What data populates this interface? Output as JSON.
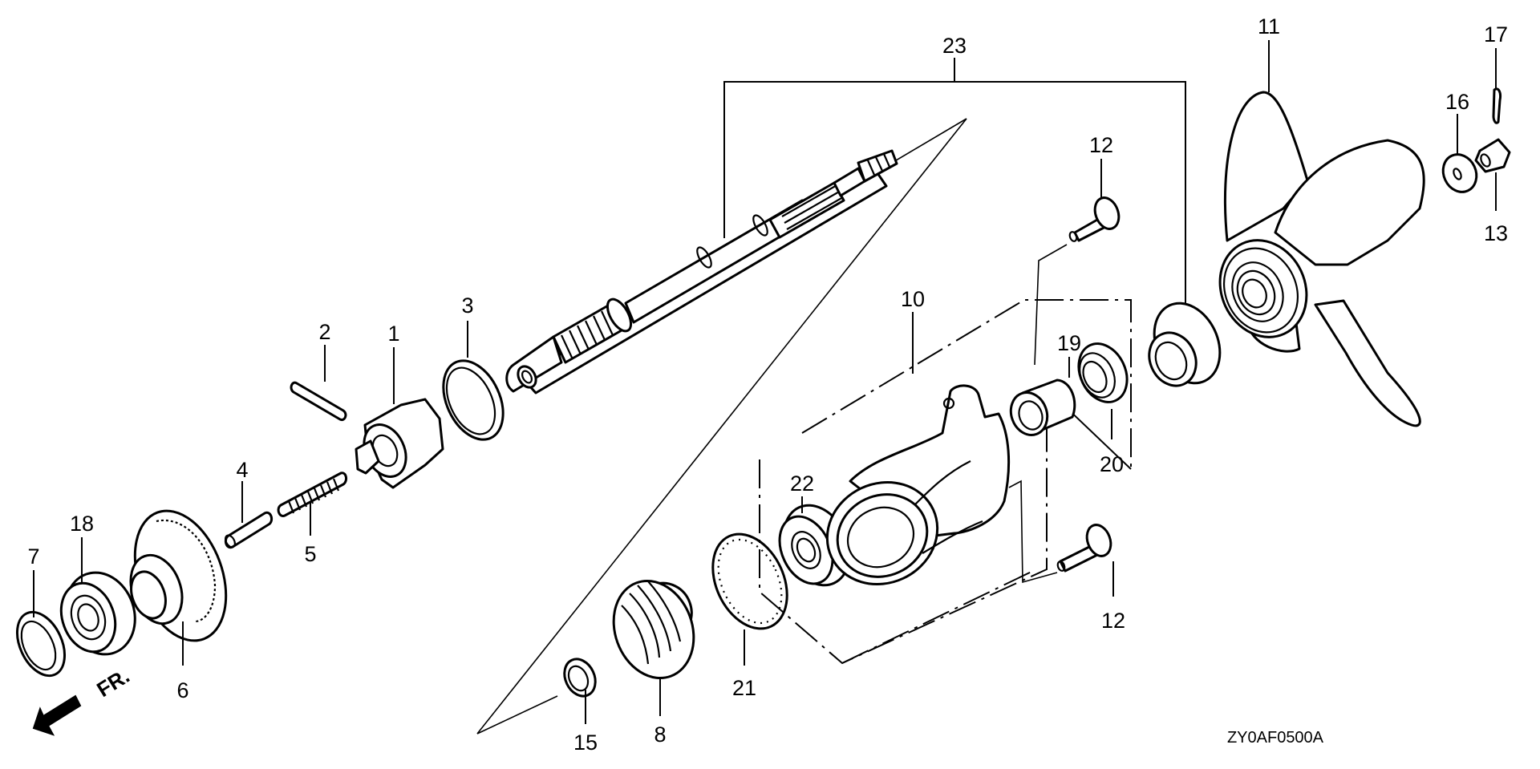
{
  "diagram": {
    "title": "Propeller Shaft / Gear Case Exploded View",
    "drawing_code": "ZY0AF0500A",
    "direction_marker": "FR.",
    "callouts": [
      {
        "id": "c1",
        "label": "1",
        "part": "shift-clutch"
      },
      {
        "id": "c2",
        "label": "2",
        "part": "pin"
      },
      {
        "id": "c3",
        "label": "3",
        "part": "clutch-ring"
      },
      {
        "id": "c4",
        "label": "4",
        "part": "pin"
      },
      {
        "id": "c5",
        "label": "5",
        "part": "spring"
      },
      {
        "id": "c6",
        "label": "6",
        "part": "forward-gear"
      },
      {
        "id": "c7",
        "label": "7",
        "part": "shim"
      },
      {
        "id": "c8",
        "label": "8",
        "part": "reverse-gear"
      },
      {
        "id": "c10",
        "label": "10",
        "part": "propeller-shaft-holder"
      },
      {
        "id": "c11",
        "label": "11",
        "part": "propeller"
      },
      {
        "id": "c12a",
        "label": "12",
        "part": "flange-bolt-upper"
      },
      {
        "id": "c12b",
        "label": "12",
        "part": "flange-bolt-lower"
      },
      {
        "id": "c13",
        "label": "13",
        "part": "castle-nut"
      },
      {
        "id": "c15",
        "label": "15",
        "part": "shim"
      },
      {
        "id": "c16",
        "label": "16",
        "part": "washer"
      },
      {
        "id": "c17",
        "label": "17",
        "part": "cotter-pin"
      },
      {
        "id": "c18",
        "label": "18",
        "part": "ball-bearing"
      },
      {
        "id": "c19",
        "label": "19",
        "part": "needle-bearing"
      },
      {
        "id": "c20",
        "label": "20",
        "part": "oil-seal"
      },
      {
        "id": "c21",
        "label": "21",
        "part": "o-ring"
      },
      {
        "id": "c22",
        "label": "22",
        "part": "ball-bearing"
      },
      {
        "id": "c23",
        "label": "23",
        "part": "propeller-shaft-assembly"
      }
    ]
  }
}
